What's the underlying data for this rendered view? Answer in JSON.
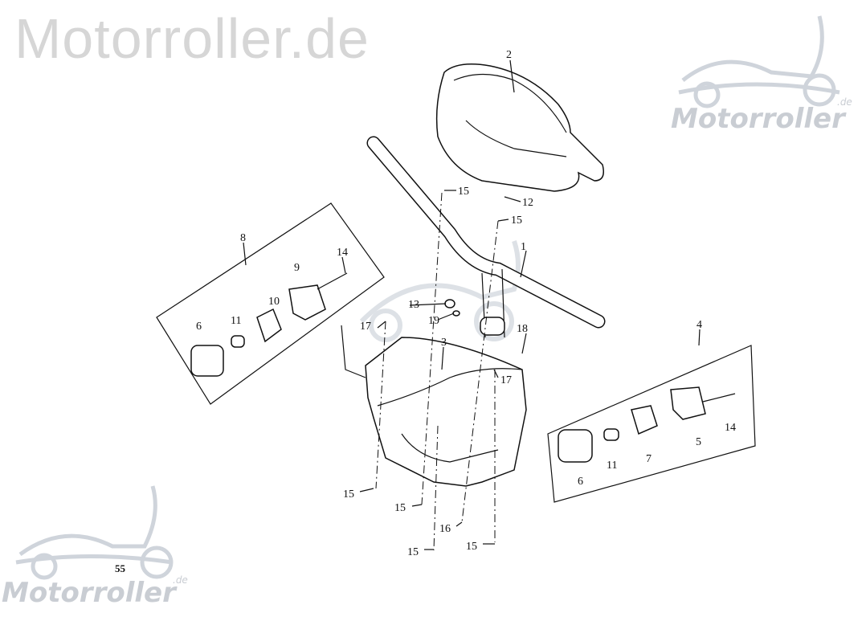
{
  "watermarks": {
    "top_left": "Motorroller.de",
    "logo_top_right": "Motorroller",
    "logo_bottom_left": "Motorroller",
    "logo_suffix": ".de"
  },
  "page_number": "55",
  "callouts": [
    "2",
    "15",
    "12",
    "15",
    "1",
    "8",
    "14",
    "9",
    "10",
    "13",
    "19",
    "17",
    "18",
    "11",
    "6",
    "3",
    "17",
    "4",
    "5",
    "14",
    "11",
    "7",
    "6",
    "15",
    "15",
    "16",
    "15",
    "15"
  ]
}
